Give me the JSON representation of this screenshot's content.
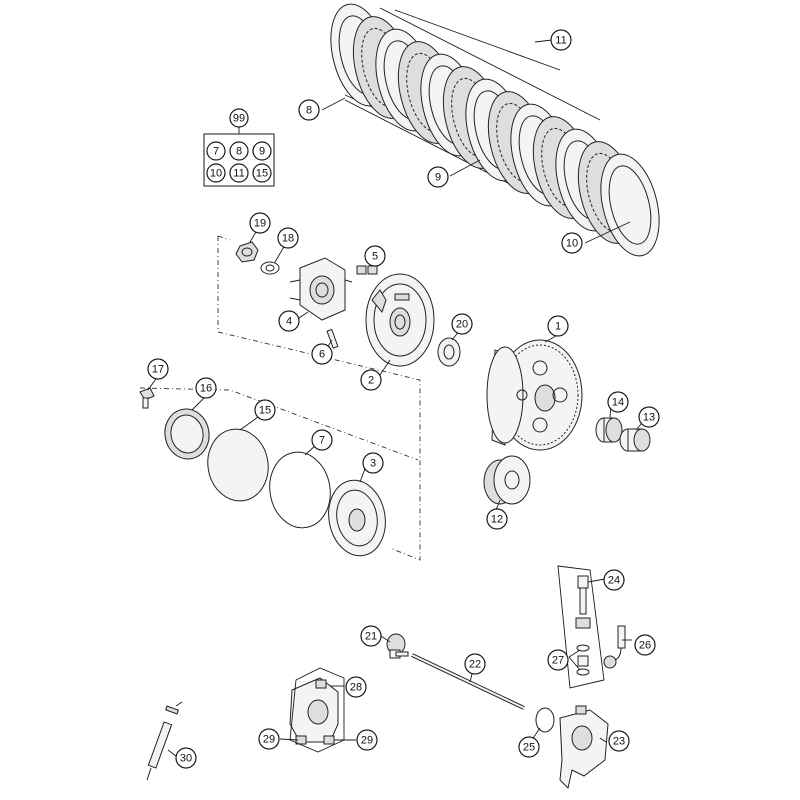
{
  "diagram": {
    "callouts": {
      "p1": "1",
      "p2": "2",
      "p3": "3",
      "p4": "4",
      "p5": "5",
      "p6": "6",
      "p7": "7",
      "p8": "8",
      "p9": "9",
      "p10": "10",
      "p11": "11",
      "p12": "12",
      "p13": "13",
      "p14": "14",
      "p15": "15",
      "p16": "16",
      "p17": "17",
      "p18": "18",
      "p19": "19",
      "p20": "20",
      "p21": "21",
      "p22": "22",
      "p23": "23",
      "p24": "24",
      "p25": "25",
      "p26": "26",
      "p27": "27",
      "p28": "28",
      "p29a": "29",
      "p29b": "29",
      "p30": "30"
    },
    "kit": {
      "header": "99",
      "items": [
        "7",
        "8",
        "9",
        "10",
        "11",
        "15"
      ]
    }
  }
}
